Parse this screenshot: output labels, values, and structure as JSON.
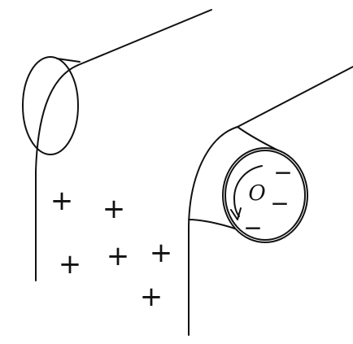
{
  "diagram": {
    "colors": {
      "ink": "#111111",
      "background": "#ffffff"
    },
    "left_roller": {
      "name": "upper-left-roller",
      "label": ""
    },
    "right_roller": {
      "name": "right-roller",
      "center_label": "O",
      "rotation_arrow": "counter-clockwise-arrow-icon"
    },
    "belt": {
      "charge_symbol": "+",
      "plus_count": 6
    },
    "roller_charges": {
      "charge_symbol": "−",
      "minus_count": 3
    }
  }
}
